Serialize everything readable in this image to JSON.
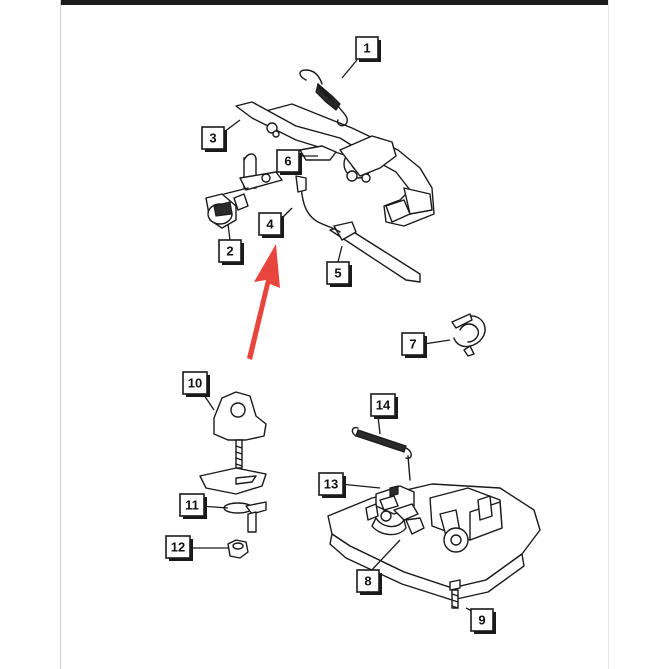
{
  "callouts": [
    {
      "id": "1",
      "label": "1"
    },
    {
      "id": "2",
      "label": "2"
    },
    {
      "id": "3",
      "label": "3"
    },
    {
      "id": "4",
      "label": "4"
    },
    {
      "id": "5",
      "label": "5"
    },
    {
      "id": "6",
      "label": "6"
    },
    {
      "id": "7",
      "label": "7"
    },
    {
      "id": "8",
      "label": "8"
    },
    {
      "id": "9",
      "label": "9"
    },
    {
      "id": "10",
      "label": "10"
    },
    {
      "id": "11",
      "label": "11"
    },
    {
      "id": "12",
      "label": "12"
    },
    {
      "id": "13",
      "label": "13"
    },
    {
      "id": "14",
      "label": "14"
    }
  ],
  "highlight": {
    "target": "4",
    "color": "#e8453c"
  },
  "colors": {
    "ink": "#1a1a1a",
    "paper": "#ffffff",
    "frame": "#1c1c1c"
  }
}
